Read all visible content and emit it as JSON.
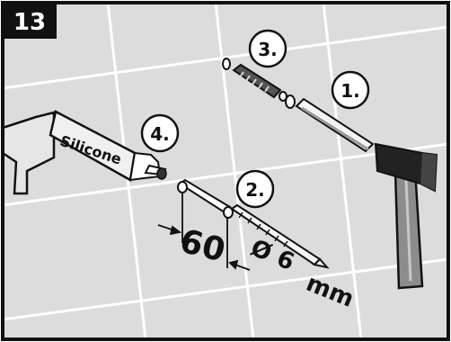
{
  "step_number": "13",
  "steps": [
    {
      "marker": "1.",
      "tool": "hammer"
    },
    {
      "marker": "2.",
      "tool": "drill-bit"
    },
    {
      "marker": "3.",
      "tool": "wall-plug"
    },
    {
      "marker": "4.",
      "tool": "caulking-gun"
    }
  ],
  "silicone_label": "Silicone",
  "depth_value": "60",
  "diameter_text": "Ø 6",
  "unit_text": "mm",
  "colors": {
    "wall": "#dcdcdc",
    "grout": "#ffffff",
    "ink": "#111111",
    "frame": "#111111"
  }
}
